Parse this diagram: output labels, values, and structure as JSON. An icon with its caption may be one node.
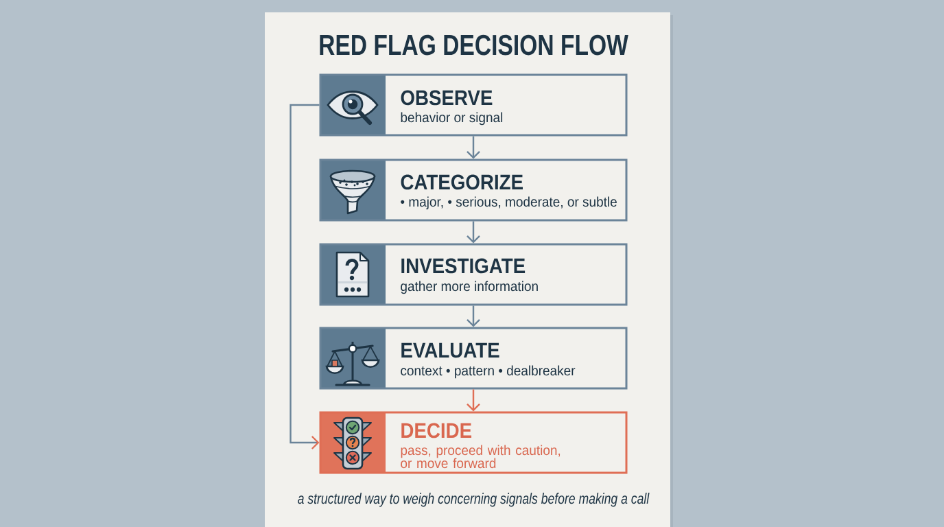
{
  "diagram": {
    "title": "RED FLAG DECISION FLOW",
    "caption": "a structured way to weigh concerning signals before making a call",
    "nodes": [
      {
        "text": [
          "OBSERVE",
          "behavior or signal"
        ]
      },
      {
        "text": [
          "CATEGORIZE",
          "• major, • serious, moderate, or subtle"
        ]
      },
      {
        "text": [
          "INVESTIGATE",
          "gather more information"
        ]
      },
      {
        "text": [
          "EVALUATE",
          "context • pattern • dealbreaker"
        ]
      },
      {
        "text": [
          "DECIDE",
          "pass, proceed with caution, or move forward"
        ]
      }
    ],
    "edges": [
      {
        "from": 0,
        "to": 1,
        "arrow": "to"
      },
      {
        "from": 1,
        "to": 2,
        "arrow": "to"
      },
      {
        "from": 2,
        "to": 3,
        "arrow": "to"
      },
      {
        "from": 3,
        "to": 4,
        "arrow": "to",
        "color": "#df6e55"
      },
      {
        "from": 0,
        "to": 4,
        "arrow": "to"
      }
    ]
  }
}
